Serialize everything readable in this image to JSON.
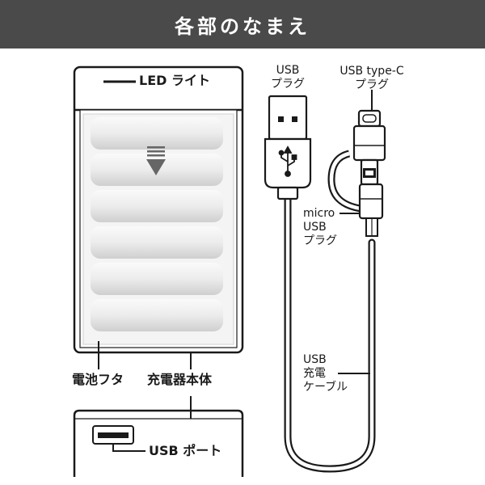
{
  "title": "各部のなまえ",
  "labels": {
    "led_light": "LED ライト",
    "battery_cover": "電池フタ",
    "charger_body": "充電器本体",
    "usb_port": "USB ポート",
    "usb_plug_line1": "USB",
    "usb_plug_line2": "プラグ",
    "typec_plug_line1": "USB type-C",
    "typec_plug_line2": "プラグ",
    "micro_line1": "micro",
    "micro_line2": "USB",
    "micro_line3": "プラグ",
    "cable_line1": "USB",
    "cable_line2": "充電",
    "cable_line3": "ケーブル"
  },
  "colors": {
    "header_bg": "#4a4a4a",
    "line": "#1a1a1a"
  },
  "icons": [
    "usb-symbol-icon",
    "down-arrow-icon"
  ]
}
